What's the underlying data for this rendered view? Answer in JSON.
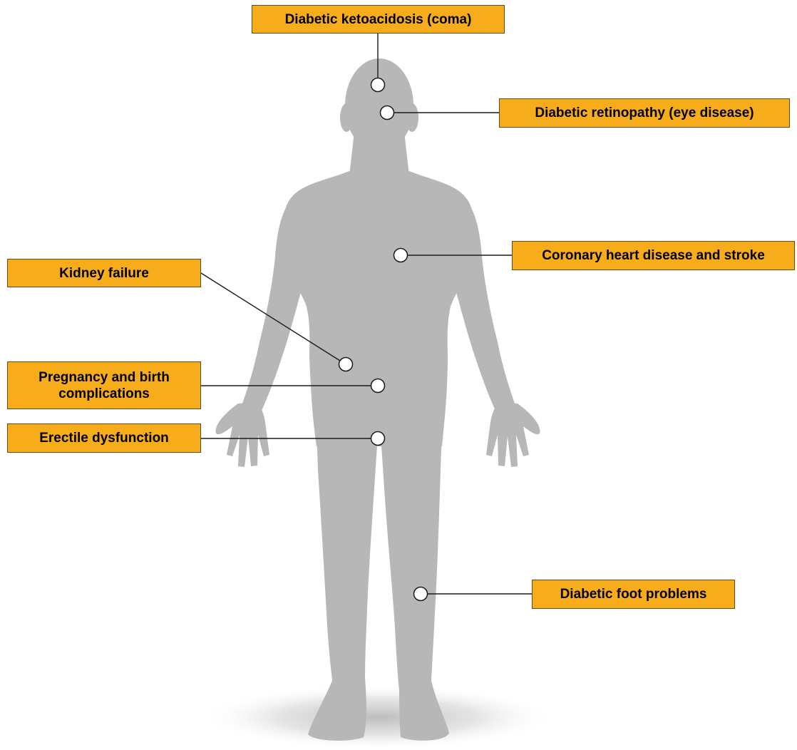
{
  "colors": {
    "label_fill": "#f6ac1b",
    "label_border": "#6b4a10",
    "body_silhouette": "#b7b7b8",
    "floor_shadow": "#c9c9c9",
    "connector_line": "#1a1a1a",
    "marker_fill": "#ffffff"
  },
  "labels": {
    "ketoacidosis": "Diabetic ketoacidosis (coma)",
    "retinopathy": "Diabetic retinopathy (eye disease)",
    "heart": "Coronary heart disease and stroke",
    "kidney": "Kidney failure",
    "pregnancy": "Pregnancy and birth complications",
    "erectile": "Erectile dysfunction",
    "foot": "Diabetic foot problems"
  }
}
